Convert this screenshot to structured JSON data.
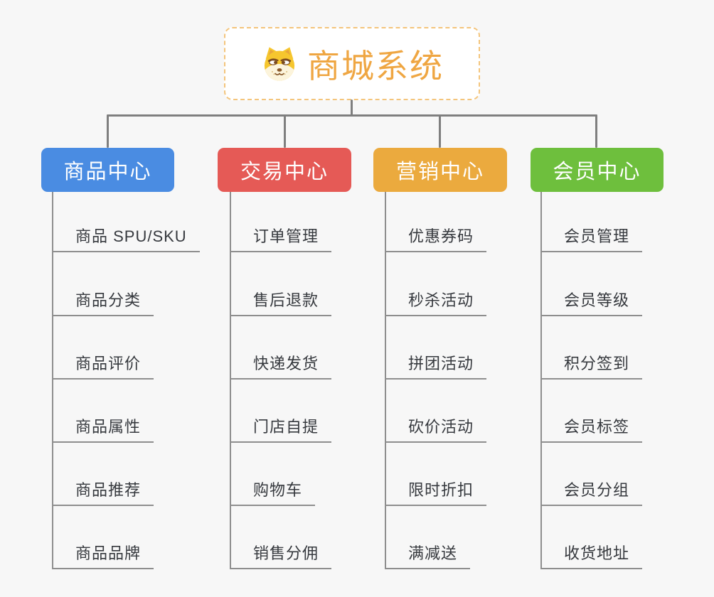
{
  "root": {
    "title": "商城系统",
    "icon": "shiba-dog-icon"
  },
  "theme": {
    "background": "#f7f7f7",
    "root_text_color": "#efa642",
    "root_border_color": "#f4c57c",
    "connector_color": "#7f7f7f",
    "leaf_line_color": "#8e8e8e",
    "leaf_text_color": "#36393e"
  },
  "branches": [
    {
      "label": "商品中心",
      "color": "#4a8ce2",
      "items": [
        "商品 SPU/SKU",
        "商品分类",
        "商品评价",
        "商品属性",
        "商品推荐",
        "商品品牌"
      ]
    },
    {
      "label": "交易中心",
      "color": "#e55a56",
      "items": [
        "订单管理",
        "售后退款",
        "快递发货",
        "门店自提",
        "购物车",
        "销售分佣"
      ]
    },
    {
      "label": "营销中心",
      "color": "#ebaa3e",
      "items": [
        "优惠券码",
        "秒杀活动",
        "拼团活动",
        "砍价活动",
        "限时折扣",
        "满减送"
      ]
    },
    {
      "label": "会员中心",
      "color": "#6ebf3d",
      "items": [
        "会员管理",
        "会员等级",
        "积分签到",
        "会员标签",
        "会员分组",
        "收货地址"
      ]
    }
  ]
}
